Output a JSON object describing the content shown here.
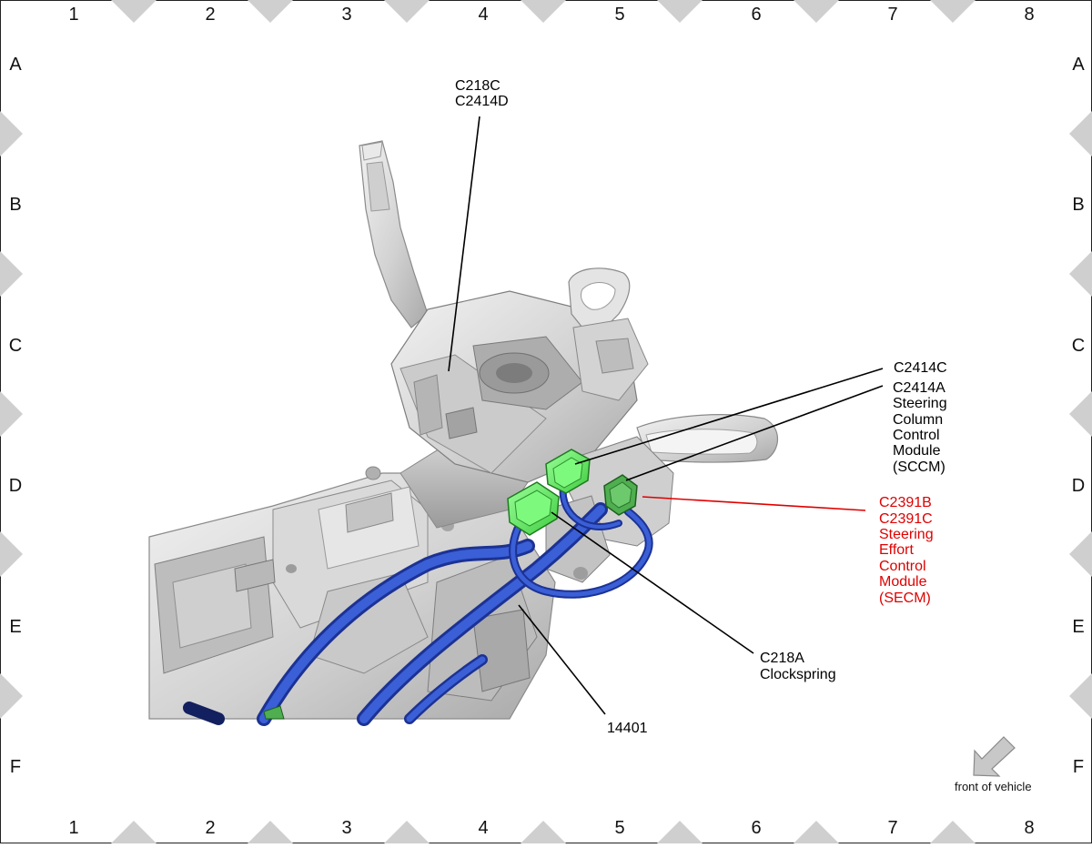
{
  "grid": {
    "columns": [
      "1",
      "2",
      "3",
      "4",
      "5",
      "6",
      "7",
      "8"
    ],
    "rows": [
      "A",
      "B",
      "C",
      "D",
      "E",
      "F"
    ]
  },
  "callouts": {
    "c218c": [
      "C218C",
      "C2414D"
    ],
    "c2414c": [
      "C2414C"
    ],
    "c2414a": [
      "C2414A",
      "Steering",
      "Column",
      "Control",
      "Module",
      "(SCCM)"
    ],
    "c2391": [
      "C2391B",
      "C2391C",
      "Steering",
      "Effort",
      "Control",
      "Module",
      "(SECM)"
    ],
    "c218a": [
      "C218A",
      "Clockspring"
    ],
    "harness": [
      "14401"
    ]
  },
  "orientation": {
    "label": "front of vehicle",
    "icon": "front-of-vehicle-arrow-icon"
  },
  "colors": {
    "connector_green": "#66e866",
    "connector_dark_green": "#3f9a3f",
    "harness_blue": "#2b4fc4",
    "highlight_red": "#e00000"
  }
}
